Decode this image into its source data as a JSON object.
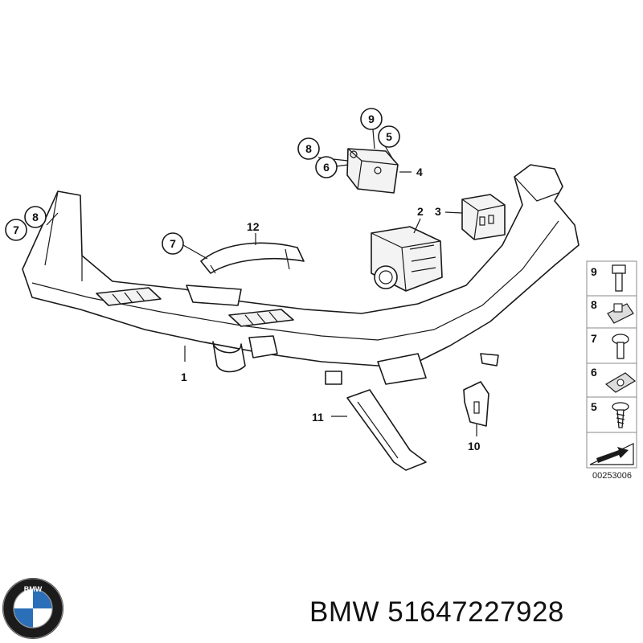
{
  "diagram": {
    "callouts": {
      "c9": "9",
      "c5": "5",
      "c8a": "8",
      "c6": "6",
      "c7a": "7",
      "c8b": "8",
      "c7b": "7"
    },
    "labels": {
      "l4": "4",
      "l2": "2",
      "l3": "3",
      "l12": "12",
      "l1": "1",
      "l11": "11",
      "l10": "10"
    },
    "legend": {
      "items": [
        "9",
        "8",
        "7",
        "6",
        "5"
      ],
      "ref_code": "00253006"
    }
  },
  "caption": {
    "brand": "BMW",
    "part_number": "51647227928"
  },
  "logo": {
    "text": "BMW",
    "colors": {
      "ring": "#1b1b1b",
      "blue": "#2a6fb8",
      "white": "#ffffff"
    }
  }
}
